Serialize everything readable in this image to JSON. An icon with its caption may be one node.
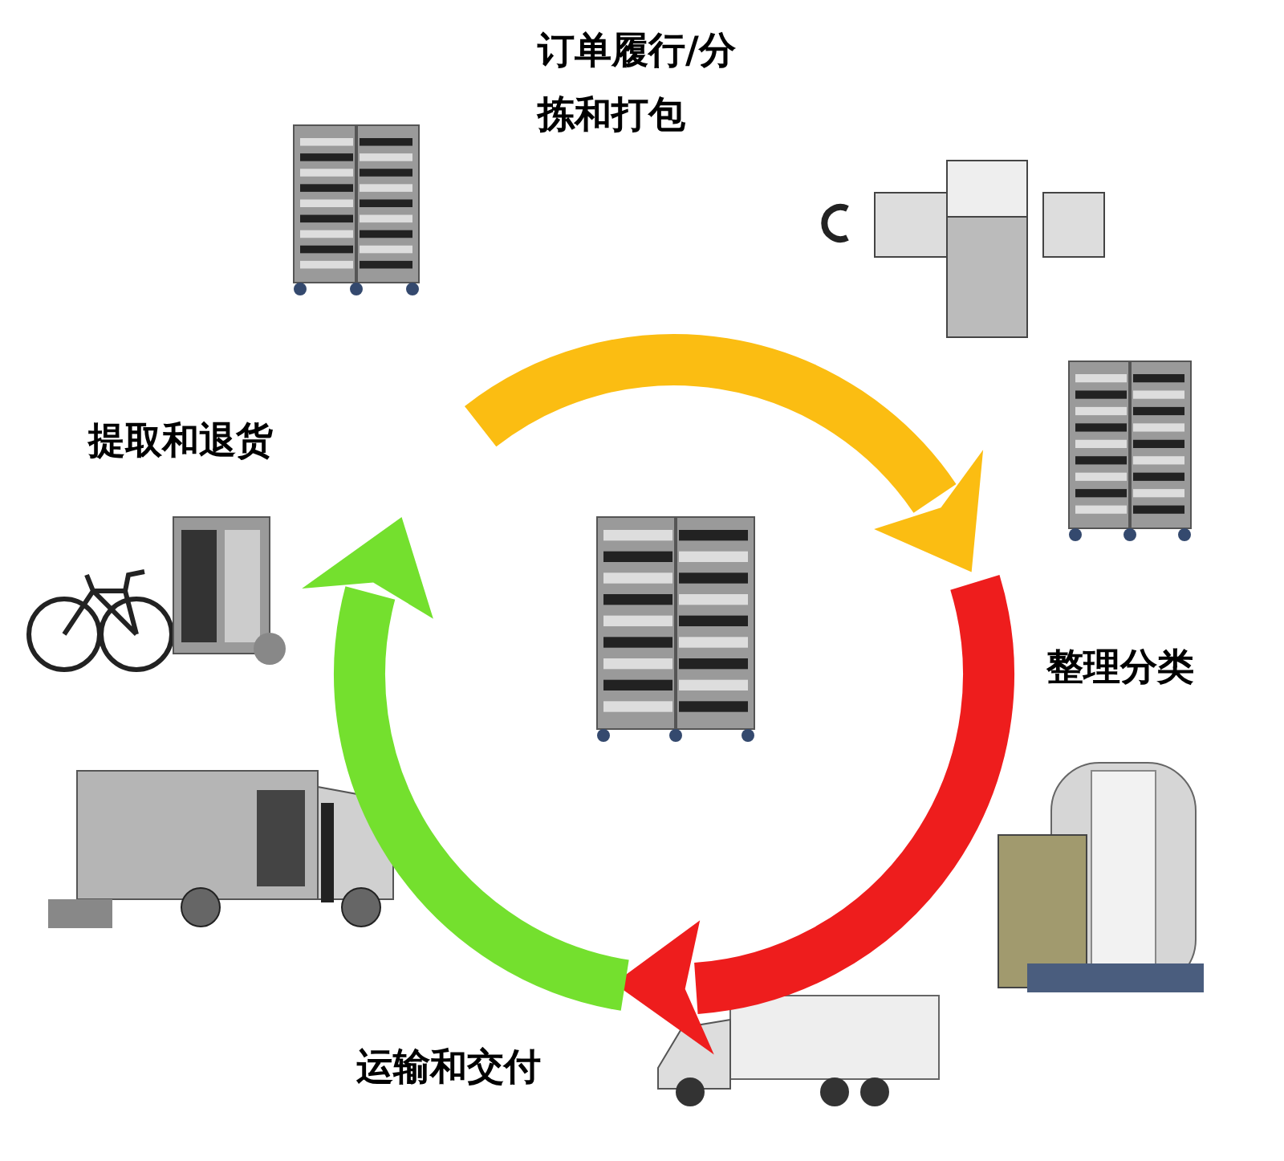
{
  "diagram": {
    "labels": [
      "订单履行/分拣和打包",
      "提取和退货",
      "整理分类",
      "运输和交付"
    ]
  }
}
